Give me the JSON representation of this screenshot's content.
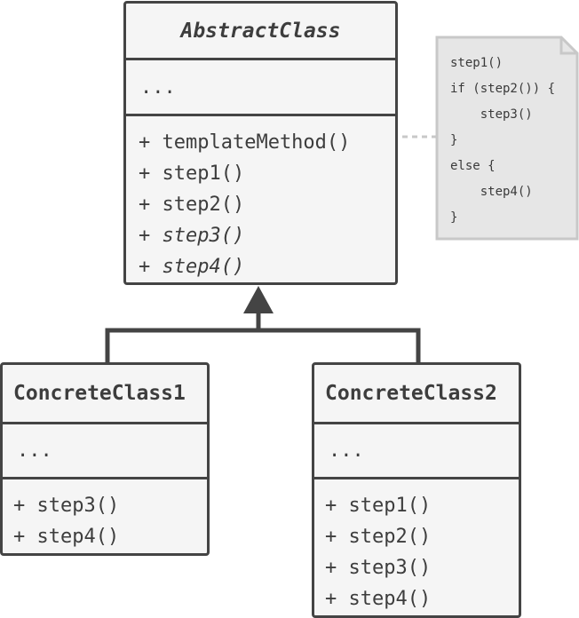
{
  "abstract_class": {
    "name": "AbstractClass",
    "attributes": "...",
    "methods": [
      {
        "text": "+ templateMethod()",
        "italic": false
      },
      {
        "text": "+ step1()",
        "italic": false
      },
      {
        "text": "+ step2()",
        "italic": false
      },
      {
        "text": "+ step3()",
        "italic": true
      },
      {
        "text": "+ step4()",
        "italic": true
      }
    ]
  },
  "concrete_class_1": {
    "name": "ConcreteClass1",
    "attributes": "...",
    "methods": [
      "+ step3()",
      "+ step4()"
    ]
  },
  "concrete_class_2": {
    "name": "ConcreteClass2",
    "attributes": "...",
    "methods": [
      "+ step1()",
      "+ step2()",
      "+ step3()",
      "+ step4()"
    ]
  },
  "note": {
    "lines": [
      "step1()",
      "if (step2()) {",
      "    step3()",
      "}",
      "else {",
      "    step4()",
      "}"
    ]
  },
  "colors": {
    "box_border": "#444444",
    "box_fill": "#f5f5f5",
    "note_fill": "#e6e6e6",
    "note_border": "#c8c8c8",
    "connector": "#c8c8c8"
  }
}
